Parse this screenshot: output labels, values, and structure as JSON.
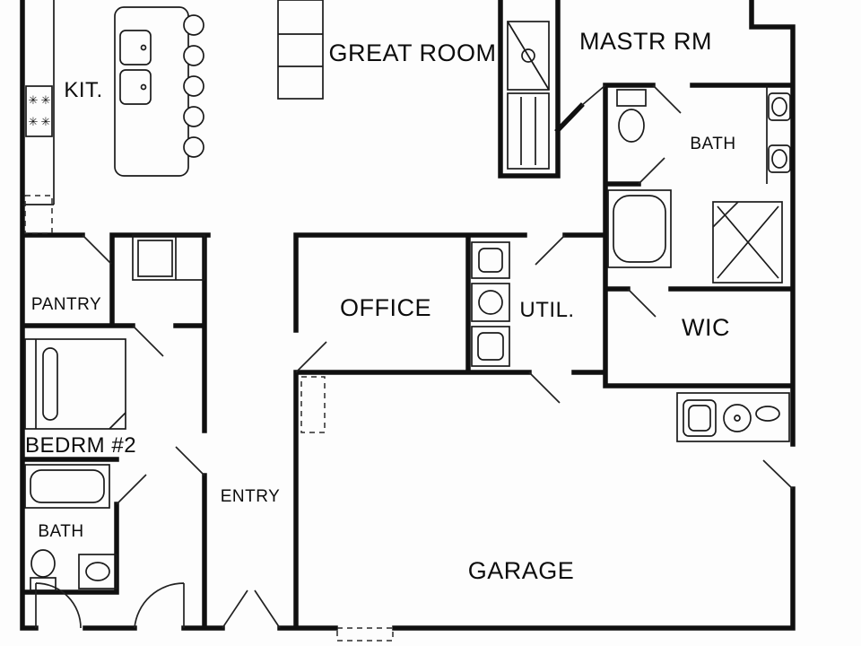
{
  "meta": {
    "type": "residential-floor-plan",
    "background": "#fdfdfd",
    "wall_color": "#101010",
    "line_color": "#1a1a1a",
    "text_color": "#0c0c0c"
  },
  "rooms": {
    "kitchen": {
      "label": "KIT."
    },
    "great_room": {
      "label": "GREAT ROOM"
    },
    "master_room": {
      "label": "MASTR RM"
    },
    "master_bath": {
      "label": "BATH"
    },
    "pantry": {
      "label": "PANTRY"
    },
    "office": {
      "label": "OFFICE"
    },
    "utility": {
      "label": "UTIL."
    },
    "wic": {
      "label": "WIC"
    },
    "bedroom2": {
      "label": "BEDRM #2"
    },
    "bath2": {
      "label": "BATH"
    },
    "entry": {
      "label": "ENTRY"
    },
    "garage": {
      "label": "GARAGE"
    }
  },
  "icons": {
    "burner_glyph": "✳"
  }
}
